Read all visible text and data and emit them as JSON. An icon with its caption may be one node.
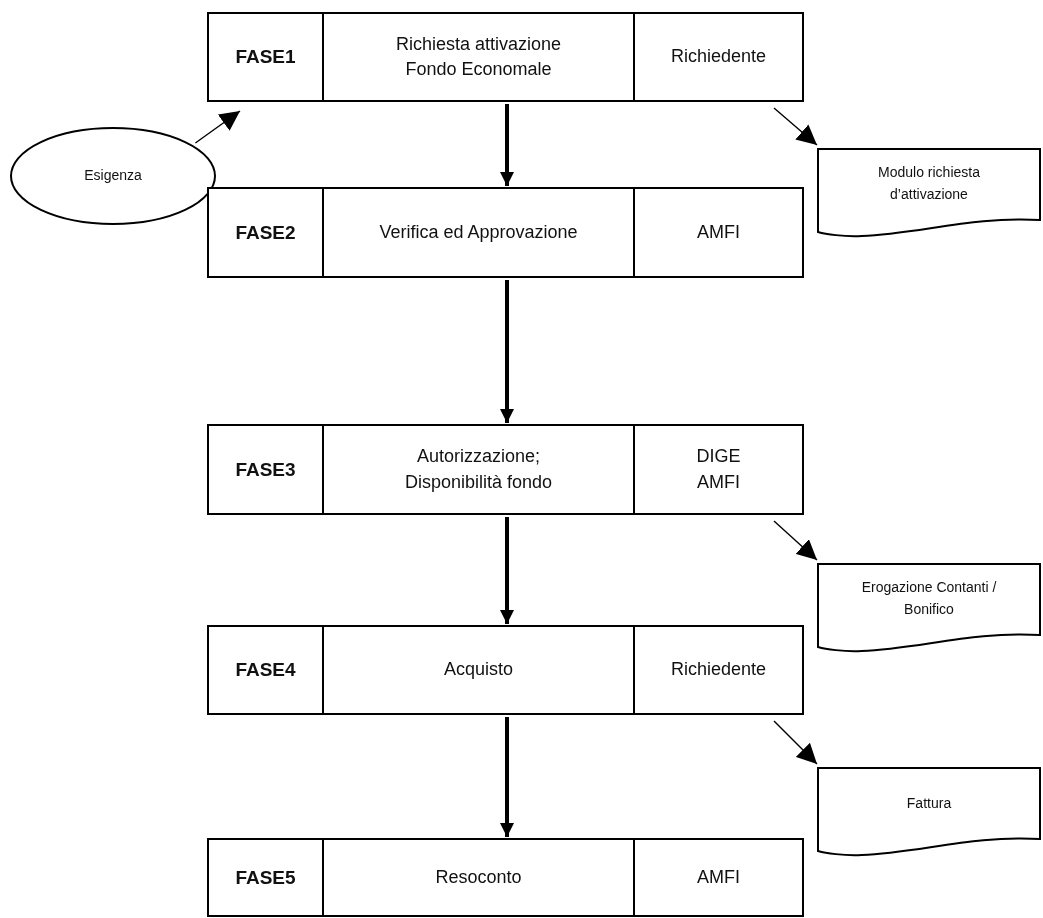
{
  "diagram": {
    "nodes": [
      {
        "text": [
          "FASE1",
          "Richiesta attivazione Fondo Economale",
          "Richiedente"
        ]
      },
      {
        "text": [
          "Esigenza"
        ]
      },
      {
        "text": [
          "Modulo richiesta d’attivazione"
        ]
      },
      {
        "text": [
          "FASE2",
          "Verifica ed Approvazione",
          "AMFI"
        ]
      },
      {
        "text": [
          "FASE3",
          "Autorizzazione; Disponibilità fondo",
          "DIGE AMFI"
        ]
      },
      {
        "text": [
          "Erogazione Contanti / Bonifico"
        ]
      },
      {
        "text": [
          "FASE4",
          "Acquisto",
          "Richiedente"
        ]
      },
      {
        "text": [
          "Fattura"
        ]
      },
      {
        "text": [
          "FASE5",
          "Resoconto",
          "AMFI"
        ]
      }
    ],
    "edges": [
      {
        "from": 1,
        "to": 0,
        "arrow": "to"
      },
      {
        "from": 0,
        "to": 2,
        "arrow": "to"
      },
      {
        "from": 0,
        "to": 3,
        "arrow": "to",
        "style": "thick"
      },
      {
        "from": 3,
        "to": 4,
        "arrow": "to",
        "style": "thick"
      },
      {
        "from": 4,
        "to": 5,
        "arrow": "to"
      },
      {
        "from": 4,
        "to": 6,
        "arrow": "to",
        "style": "thick"
      },
      {
        "from": 6,
        "to": 7,
        "arrow": "to"
      },
      {
        "from": 6,
        "to": 8,
        "arrow": "to",
        "style": "thick"
      }
    ]
  }
}
